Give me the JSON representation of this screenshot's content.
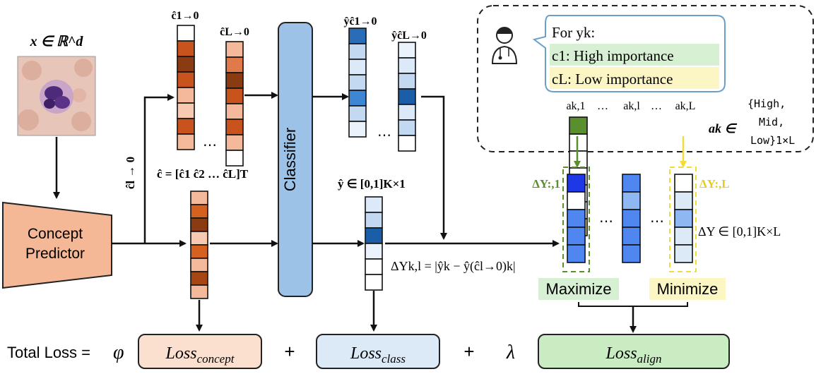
{
  "colors": {
    "concept_shades": [
      "#ffffff",
      "#c9531d",
      "#8a3b12",
      "#f3b99a",
      "#f7c9b0",
      "#e07a4a",
      "#d4611f",
      "#a64612"
    ],
    "prediction_shades": [
      "#ffffff",
      "#2a6cb8",
      "#c3d9f1",
      "#dbe9f8",
      "#3d86d4",
      "#eaf2fb",
      "#1b5ea8"
    ],
    "delta_shades": [
      "#1f38e6",
      "#4f86f0",
      "#8fb8f3",
      "#dceaf8",
      "#ffffff"
    ],
    "green": "#5a8f2e",
    "yellow": "#f0dc3a",
    "loss_concept_fill": "#fbe0cf",
    "loss_class_fill": "#dce9f7",
    "loss_align_fill": "#c9ecc3",
    "classifier_fill": "#9cc2e8",
    "predictor_fill": "#f4b896"
  },
  "icons": {
    "doctor": "doctor-icon",
    "cell_image": "blood-cell-image"
  },
  "texts": {
    "input_label": "x ∈ ℝ^d",
    "predictor_label_line1": "Concept",
    "predictor_label_line2": "Predictor",
    "c1_zero_label": "ĉ1→0",
    "cL_zero_label": "ĉL→0",
    "ellipsis": "⋯",
    "ci_arrow_label": "ĉl → 0",
    "c_vector_label": "ĉ = [ĉ1 ĉ2 … ĉL]T",
    "classifier_label": "Classifier",
    "y_c1_label": "ŷĉ1→0",
    "y_cL_label": "ŷĉL→0",
    "y_label": "ŷ ∈ [0,1]K×1",
    "delta_formula": "ΔYk,l = |ŷk − ŷ(ĉl→0)k|",
    "speech_title": "For yk:",
    "speech_line1": "c1: High importance",
    "speech_line2": "cL: Low importance",
    "a_labels": [
      "ak,1",
      "…",
      "ak,l",
      "…",
      "ak,L"
    ],
    "a_vector_label": "ak ∈",
    "a_set_line1": "{High,",
    "a_set_line2": "Mid,",
    "a_set_line3": "Low}1×L",
    "delta_first_label": "ΔY:,1",
    "delta_last_label": "ΔY:,L",
    "delta_matrix_label": "ΔY ∈ [0,1]K×L",
    "maximize": "Maximize",
    "minimize": "Minimize",
    "total_loss": "Total Loss =",
    "phi": "φ",
    "loss_concept": "Loss",
    "loss_concept_sub": "concept",
    "plus1": "+",
    "loss_class": "Loss",
    "loss_class_sub": "class",
    "plus2": "+",
    "lambda": "λ",
    "loss_align": "Loss",
    "loss_align_sub": "align"
  }
}
